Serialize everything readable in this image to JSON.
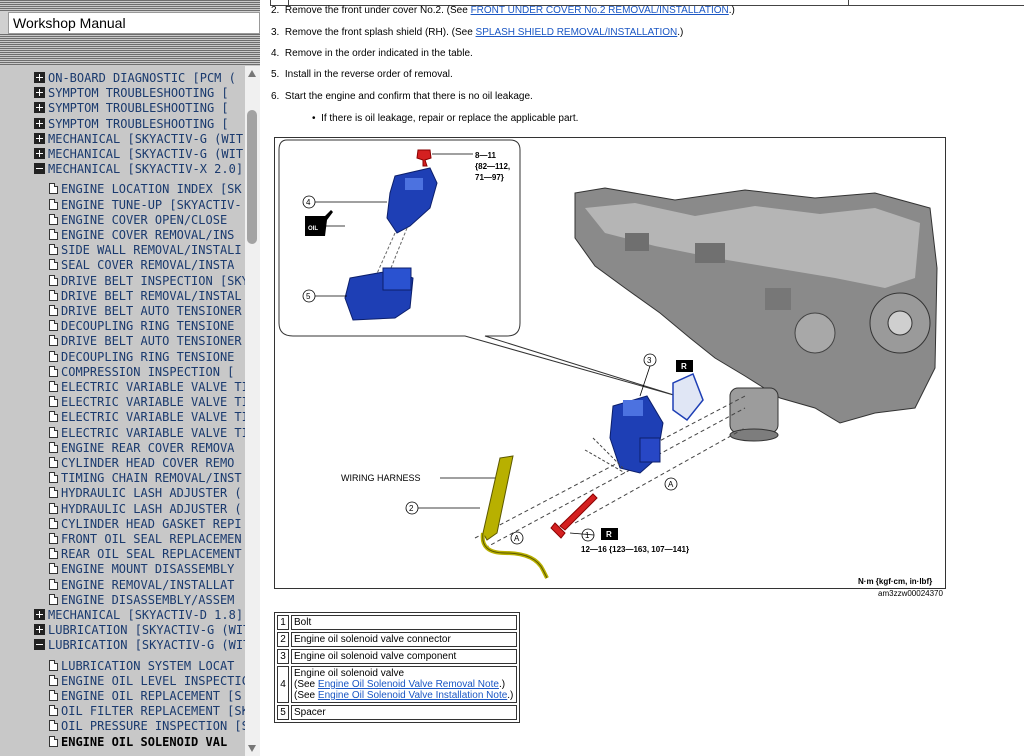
{
  "sidebar": {
    "title": "Workshop Manual",
    "tree": [
      {
        "type": "plus",
        "level": 0,
        "label": "ON-BOARD DIAGNOSTIC [PCM ("
      },
      {
        "type": "plus",
        "level": 0,
        "label": "SYMPTOM TROUBLESHOOTING ["
      },
      {
        "type": "plus",
        "level": 0,
        "label": "SYMPTOM TROUBLESHOOTING ["
      },
      {
        "type": "plus",
        "level": 0,
        "label": "SYMPTOM TROUBLESHOOTING ["
      },
      {
        "type": "plus",
        "level": 0,
        "label": "MECHANICAL [SKYACTIV-G (WIT"
      },
      {
        "type": "plus",
        "level": 0,
        "label": "MECHANICAL [SKYACTIV-G (WIT"
      },
      {
        "type": "minus",
        "level": 0,
        "label": "MECHANICAL [SKYACTIV-X 2.0]"
      },
      {
        "type": "doc",
        "level": 1,
        "label": "ENGINE LOCATION INDEX [SK"
      },
      {
        "type": "doc",
        "level": 1,
        "label": "ENGINE TUNE-UP [SKYACTIV-"
      },
      {
        "type": "doc",
        "level": 1,
        "label": "ENGINE COVER OPEN/CLOSE"
      },
      {
        "type": "doc",
        "level": 1,
        "label": "ENGINE COVER REMOVAL/INS"
      },
      {
        "type": "doc",
        "level": 1,
        "label": "SIDE WALL REMOVAL/INSTALI"
      },
      {
        "type": "doc",
        "level": 1,
        "label": "SEAL COVER REMOVAL/INSTA"
      },
      {
        "type": "doc",
        "level": 1,
        "label": "DRIVE BELT INSPECTION [SKY"
      },
      {
        "type": "doc",
        "level": 1,
        "label": "DRIVE BELT REMOVAL/INSTAL"
      },
      {
        "type": "doc",
        "level": 1,
        "label": "DRIVE BELT AUTO TENSIONER"
      },
      {
        "type": "doc",
        "level": 1,
        "label": "DECOUPLING RING TENSIONE"
      },
      {
        "type": "doc",
        "level": 1,
        "label": "DRIVE BELT AUTO TENSIONER"
      },
      {
        "type": "doc",
        "level": 1,
        "label": "DECOUPLING RING TENSIONE"
      },
      {
        "type": "doc",
        "level": 1,
        "label": "COMPRESSION INSPECTION ["
      },
      {
        "type": "doc",
        "level": 1,
        "label": "ELECTRIC VARIABLE VALVE TI"
      },
      {
        "type": "doc",
        "level": 1,
        "label": "ELECTRIC VARIABLE VALVE TI"
      },
      {
        "type": "doc",
        "level": 1,
        "label": "ELECTRIC VARIABLE VALVE TI"
      },
      {
        "type": "doc",
        "level": 1,
        "label": "ELECTRIC VARIABLE VALVE TI"
      },
      {
        "type": "doc",
        "level": 1,
        "label": "ENGINE REAR COVER REMOVA"
      },
      {
        "type": "doc",
        "level": 1,
        "label": "CYLINDER HEAD COVER REMO"
      },
      {
        "type": "doc",
        "level": 1,
        "label": "TIMING CHAIN REMOVAL/INST"
      },
      {
        "type": "doc",
        "level": 1,
        "label": "HYDRAULIC LASH ADJUSTER ("
      },
      {
        "type": "doc",
        "level": 1,
        "label": "HYDRAULIC LASH ADJUSTER ("
      },
      {
        "type": "doc",
        "level": 1,
        "label": "CYLINDER HEAD GASKET REPI"
      },
      {
        "type": "doc",
        "level": 1,
        "label": "FRONT OIL SEAL REPLACEMEN"
      },
      {
        "type": "doc",
        "level": 1,
        "label": "REAR OIL SEAL REPLACEMENT"
      },
      {
        "type": "doc",
        "level": 1,
        "label": "ENGINE MOUNT DISASSEMBLY"
      },
      {
        "type": "doc",
        "level": 1,
        "label": "ENGINE REMOVAL/INSTALLAT"
      },
      {
        "type": "doc",
        "level": 1,
        "label": "ENGINE DISASSEMBLY/ASSEM"
      },
      {
        "type": "plus",
        "level": 0,
        "label": "MECHANICAL [SKYACTIV-D 1.8]"
      },
      {
        "type": "plus",
        "level": 0,
        "label": "LUBRICATION [SKYACTIV-G (WIT"
      },
      {
        "type": "minus",
        "level": 0,
        "label": "LUBRICATION [SKYACTIV-G (WIT"
      },
      {
        "type": "doc",
        "level": 1,
        "label": "LUBRICATION SYSTEM LOCAT"
      },
      {
        "type": "doc",
        "level": 1,
        "label": "ENGINE OIL LEVEL INSPECTIC"
      },
      {
        "type": "doc",
        "level": 1,
        "label": "ENGINE OIL REPLACEMENT [S"
      },
      {
        "type": "doc",
        "level": 1,
        "label": "OIL FILTER REPLACEMENT [SK"
      },
      {
        "type": "doc",
        "level": 1,
        "label": "OIL PRESSURE INSPECTION [S"
      },
      {
        "type": "doc",
        "level": 1,
        "label": "ENGINE OIL SOLENOID VAL",
        "bold": true
      }
    ]
  },
  "steps": [
    {
      "num": "2.",
      "text": "Remove the front under cover No.2. (See ",
      "link": "FRONT UNDER COVER No.2 REMOVAL/INSTALLATION",
      "after": ".)"
    },
    {
      "num": "3.",
      "text": "Remove the front splash shield (RH). (See ",
      "link": "SPLASH SHIELD REMOVAL/INSTALLATION",
      "after": ".)"
    },
    {
      "num": "4.",
      "text": "Remove in the order indicated in the table.",
      "link": "",
      "after": ""
    },
    {
      "num": "5.",
      "text": "Install in the reverse order of removal.",
      "link": "",
      "after": ""
    },
    {
      "num": "6.",
      "text": "Start the engine and confirm that there is no oil leakage.",
      "link": "",
      "after": ""
    }
  ],
  "bullet": "If there is oil leakage, repair or replace the applicable part.",
  "figure": {
    "torque_top": "8—11",
    "torque_top2": "{82—112,",
    "torque_top3": "71—97}",
    "torque_bottom": "12—16 {123—163, 107—141}",
    "wiring_label": "WIRING HARNESS",
    "units": "N·m {kgf·cm, in·lbf}",
    "oil_label": "OIL",
    "callout_r": "R",
    "callout_a": "A",
    "nums": [
      "1",
      "2",
      "3",
      "4",
      "5"
    ],
    "code": "am3zzw00024370"
  },
  "table": [
    {
      "n": "1",
      "text": "Bolt"
    },
    {
      "n": "2",
      "text": "Engine oil solenoid valve connector"
    },
    {
      "n": "3",
      "text": "Engine oil solenoid valve component"
    },
    {
      "n": "4",
      "text": "Engine oil solenoid valve",
      "see1": "(See ",
      "link1": "Engine Oil Solenoid Valve Removal Note",
      "end1": ".)",
      "see2": "(See ",
      "link2": "Engine Oil Solenoid Valve Installation Note",
      "end2": ".)"
    },
    {
      "n": "5",
      "text": "Spacer"
    }
  ],
  "colors": {
    "valve": "#1e3fb5",
    "bolt": "#d42020",
    "harness": "#b8b000",
    "link": "#1b57c4"
  }
}
